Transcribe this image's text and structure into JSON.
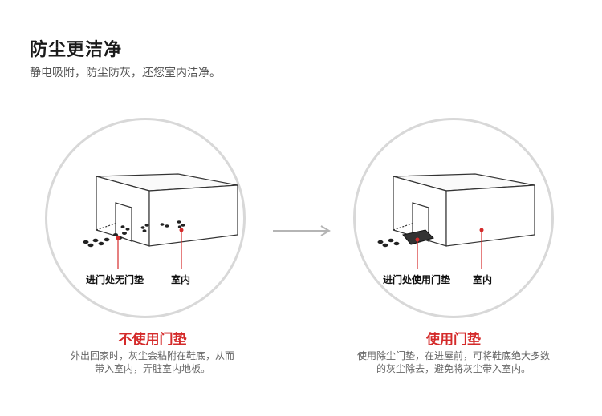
{
  "header": {
    "title": "防尘更洁净",
    "subtitle": "静电吸附，防尘防灰，还您室内洁净。"
  },
  "left_panel": {
    "label_entry": "进门处无门垫",
    "label_room": "室内",
    "caption_title": "不使用门垫",
    "caption_line1": "外出回家时，灰尘会粘附在鞋底，从而",
    "caption_line2": "带入室内，弄脏室内地板。"
  },
  "right_panel": {
    "label_entry": "进门处使用门垫",
    "label_room": "室内",
    "caption_title": "使用门垫",
    "caption_line1": "使用除尘门垫，在进屋前，可将鞋底绝大多数",
    "caption_line2": "的灰尘除去，避免将灰尘带入室内。"
  },
  "colors": {
    "accent": "#d42a2a",
    "circle_border": "#d8d8d8",
    "arrow": "#b5b5b5"
  },
  "icons": [
    "arrow-right-icon",
    "footprint-icon",
    "doormat-icon"
  ]
}
